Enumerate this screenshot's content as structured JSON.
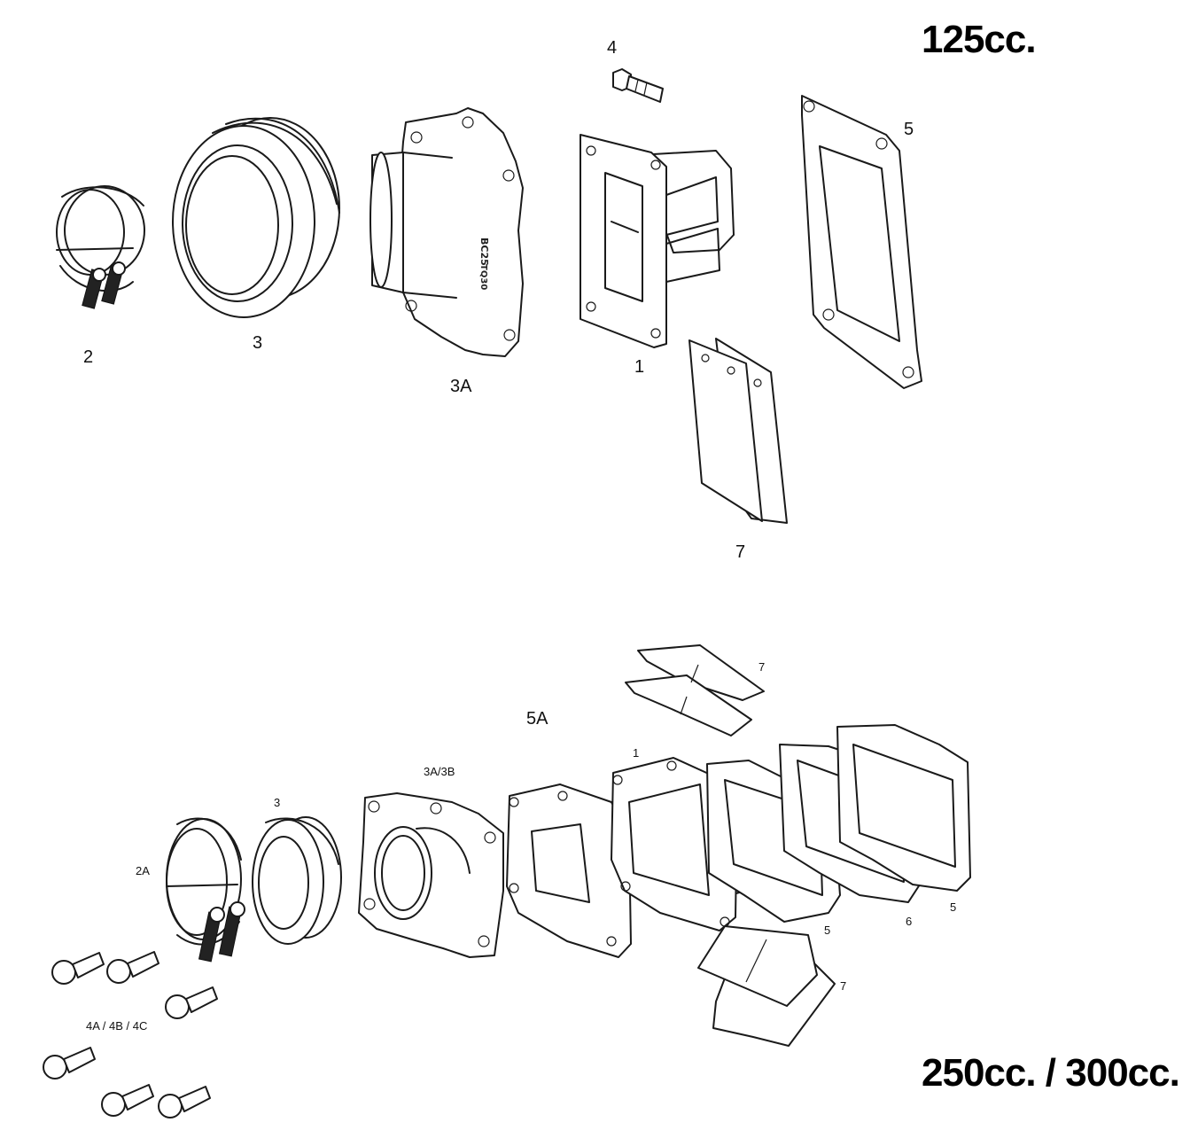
{
  "diagram": {
    "top_section": {
      "title": "125cc.",
      "labels": {
        "part_2": "2",
        "part_3": "3",
        "part_3a": "3A",
        "part_4": "4",
        "part_1": "1",
        "part_5": "5",
        "part_7": "7"
      }
    },
    "bottom_section": {
      "title": "250cc. / 300cc.",
      "labels": {
        "part_7_top": "7",
        "part_5a": "5A",
        "part_1": "1",
        "part_3a3b": "3A/3B",
        "part_3": "3",
        "part_2a": "2A",
        "part_4abc": "4A / 4B / 4C",
        "part_5_left": "5",
        "part_6": "6",
        "part_5_right": "5",
        "part_7_bottom": "7"
      }
    }
  }
}
